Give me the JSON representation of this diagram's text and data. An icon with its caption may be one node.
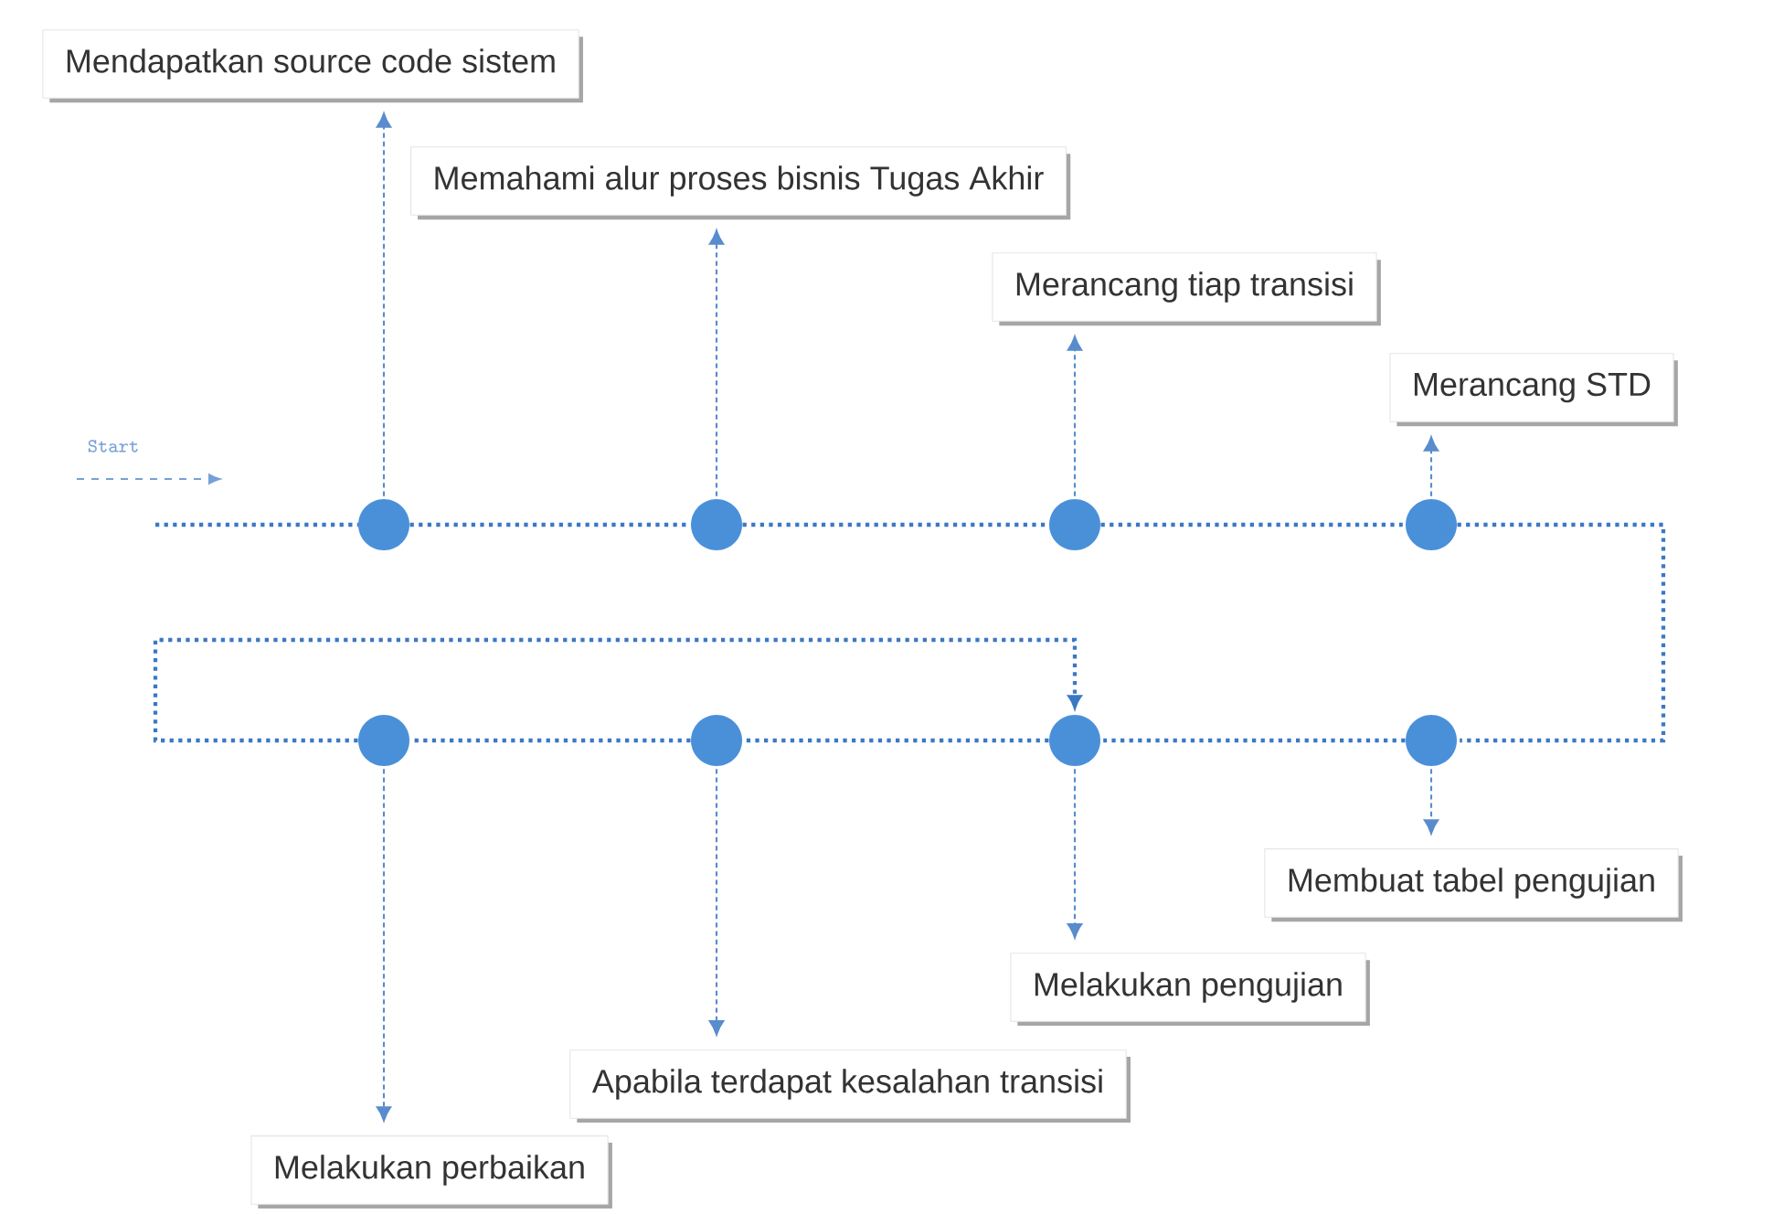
{
  "diagram": {
    "nodes": [
      {
        "text": [],
        "shape": "circle"
      },
      {
        "text": [],
        "shape": "circle"
      },
      {
        "text": [],
        "shape": "circle"
      },
      {
        "text": [],
        "shape": "circle"
      },
      {
        "text": [],
        "shape": "circle"
      },
      {
        "text": [],
        "shape": "circle"
      },
      {
        "text": [],
        "shape": "circle"
      },
      {
        "text": [],
        "shape": "circle"
      },
      {
        "text": [
          "Mendapatkan source code sistem"
        ]
      },
      {
        "text": [
          "Memahami alur proses bisnis Tugas Akhir"
        ]
      },
      {
        "text": [
          "Merancang tiap transisi"
        ]
      },
      {
        "text": [
          "Merancang STD"
        ]
      },
      {
        "text": [
          "Melakukan perbaikan"
        ]
      },
      {
        "text": [
          "Apabila terdapat kesalahan transisi"
        ]
      },
      {
        "text": [
          "Melakukan pengujian"
        ]
      },
      {
        "text": [
          "Membuat tabel pengujian"
        ]
      }
    ],
    "edges": [
      {
        "from": 0,
        "to": 1,
        "arrow": "none"
      },
      {
        "from": 1,
        "to": 2,
        "arrow": "none"
      },
      {
        "from": 2,
        "to": 3,
        "arrow": "none"
      },
      {
        "from": 3,
        "to": 7,
        "arrow": "none"
      },
      {
        "from": 7,
        "to": 6,
        "arrow": "none"
      },
      {
        "from": 6,
        "to": 5,
        "arrow": "none"
      },
      {
        "from": 5,
        "to": 4,
        "arrow": "none"
      },
      {
        "from": 4,
        "to": 6,
        "arrow": "to"
      },
      {
        "from": 0,
        "to": 8,
        "arrow": "to",
        "style": "dashed"
      },
      {
        "from": 1,
        "to": 9,
        "arrow": "to",
        "style": "dashed"
      },
      {
        "from": 2,
        "to": 10,
        "arrow": "to",
        "style": "dashed"
      },
      {
        "from": 3,
        "to": 11,
        "arrow": "to",
        "style": "dashed"
      },
      {
        "from": 4,
        "to": 12,
        "arrow": "to",
        "style": "dashed"
      },
      {
        "from": 5,
        "to": 13,
        "arrow": "to",
        "style": "dashed"
      },
      {
        "from": 6,
        "to": 14,
        "arrow": "to",
        "style": "dashed"
      },
      {
        "from": 7,
        "to": 15,
        "arrow": "to",
        "style": "dashed"
      }
    ],
    "labels": [
      "Start"
    ]
  }
}
